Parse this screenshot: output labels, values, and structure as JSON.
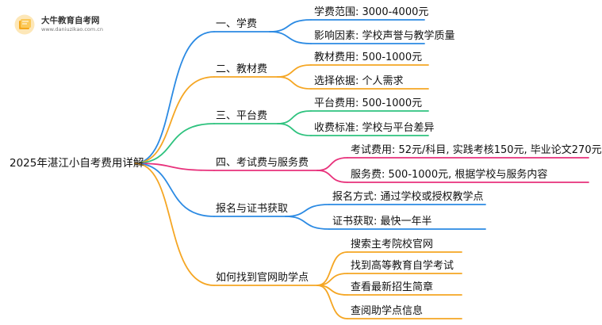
{
  "logo": {
    "title": "大牛教育自考网",
    "url": "www.daniuzikao.com.cn"
  },
  "root": {
    "label": "2025年湛江小自考费用详解"
  },
  "colors": {
    "blue": "#2b8ae3",
    "orange": "#f5a623",
    "green": "#2ec27e",
    "pink": "#e8317b",
    "logo": "#f6a81b"
  },
  "branches": [
    {
      "label": "一、学费",
      "color": "blue",
      "children": [
        "学费范围: 3000-4000元",
        "影响因素: 学校声誉与教学质量"
      ]
    },
    {
      "label": "二、教材费",
      "color": "orange",
      "children": [
        "教材费用: 500-1000元",
        "选择依据: 个人需求"
      ]
    },
    {
      "label": "三、平台费",
      "color": "green",
      "children": [
        "平台费用: 500-1000元",
        "收费标准: 学校与平台差异"
      ]
    },
    {
      "label": "四、考试费与服务费",
      "color": "pink",
      "children": [
        "考试费用: 52元/科目, 实践考核150元, 毕业论文270元",
        "服务费: 500-1000元, 根据学校与服务内容"
      ]
    },
    {
      "label": "报名与证书获取",
      "color": "blue",
      "children": [
        "报名方式: 通过学校或授权教学点",
        "证书获取: 最快一年半"
      ]
    },
    {
      "label": "如何找到官网助学点",
      "color": "orange",
      "children": [
        "搜索主考院校官网",
        "找到高等教育自学考试",
        "查看最新招生简章",
        "查阅助学点信息"
      ]
    }
  ]
}
